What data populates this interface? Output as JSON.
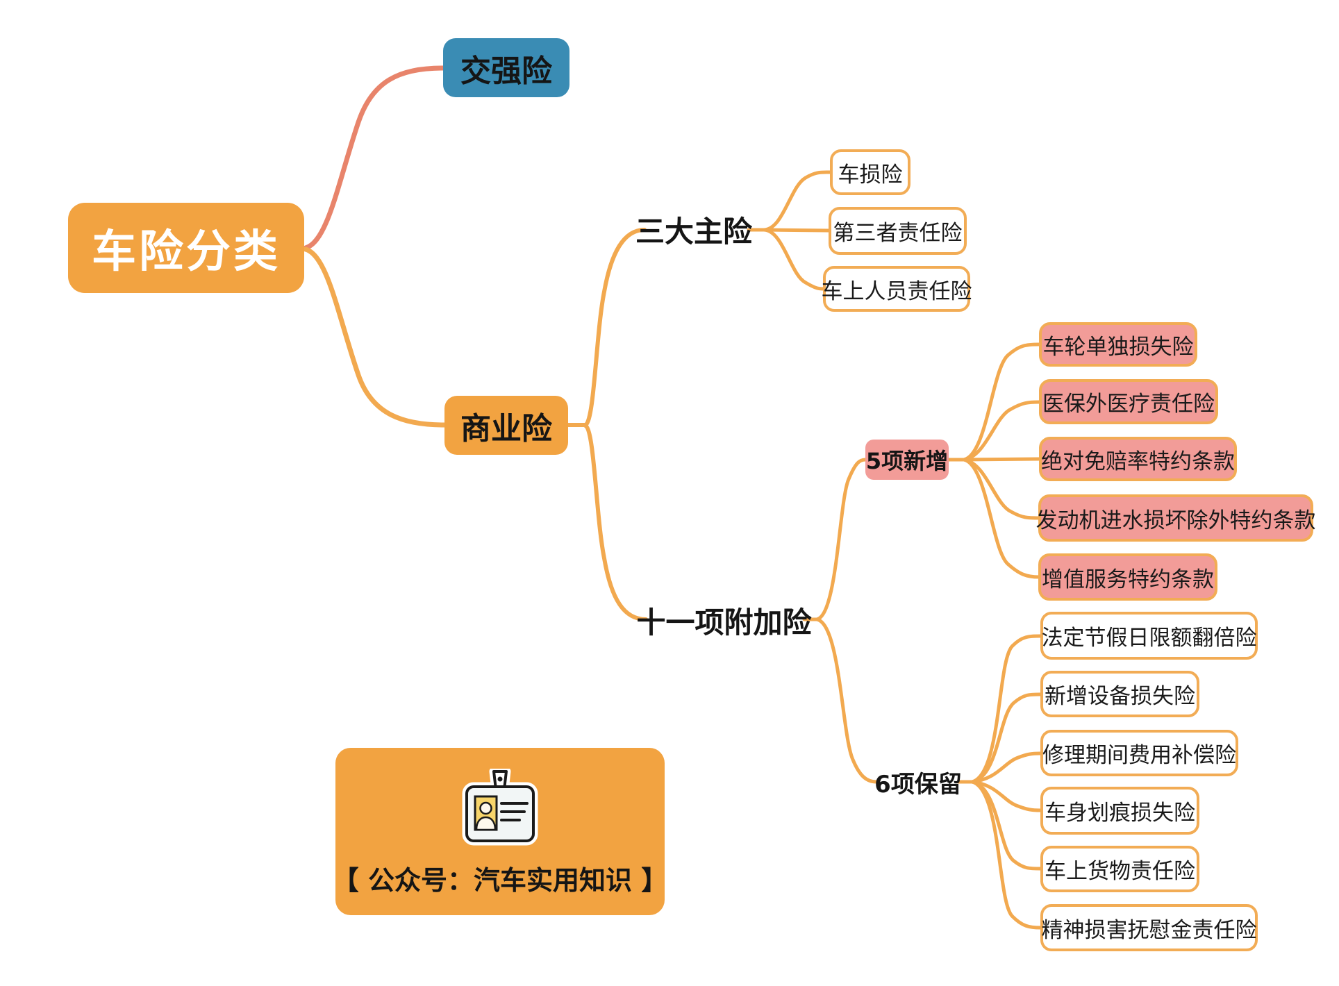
{
  "mindmap": {
    "root": {
      "label": "车险分类"
    },
    "branches": [
      {
        "label": "交强险"
      },
      {
        "label": "商业险",
        "children": [
          {
            "label": "三大主险",
            "children": [
              {
                "label": "车损险"
              },
              {
                "label": "第三者责任险"
              },
              {
                "label": "车上人员责任险"
              }
            ]
          },
          {
            "label": "十一项附加险",
            "children": [
              {
                "label": "5项新增",
                "children": [
                  {
                    "label": "车轮单独损失险"
                  },
                  {
                    "label": "医保外医疗责任险"
                  },
                  {
                    "label": "绝对免赔率特约条款"
                  },
                  {
                    "label": "发动机进水损坏除外特约条款"
                  },
                  {
                    "label": "增值服务特约条款"
                  }
                ]
              },
              {
                "label": "6项保留",
                "children": [
                  {
                    "label": "法定节假日限额翻倍险"
                  },
                  {
                    "label": "新增设备损失险"
                  },
                  {
                    "label": "修理期间费用补偿险"
                  },
                  {
                    "label": "车身划痕损失险"
                  },
                  {
                    "label": "车上货物责任险"
                  },
                  {
                    "label": "精神损害抚慰金责任险"
                  }
                ]
              }
            ]
          }
        ]
      }
    ]
  },
  "watermark": {
    "icon": "id-badge-icon",
    "label": "【 公众号：汽车实用知识 】"
  },
  "colors": {
    "node_orange": "#F2A341",
    "node_blue": "#3A8CB4",
    "node_pink": "#F29C98",
    "box_border_orange": "#F2AC55",
    "connector_orange": "#F2A94F",
    "connector_salmon": "#E8846B",
    "text_dark": "#151515",
    "text_light": "#FFFFFF"
  }
}
